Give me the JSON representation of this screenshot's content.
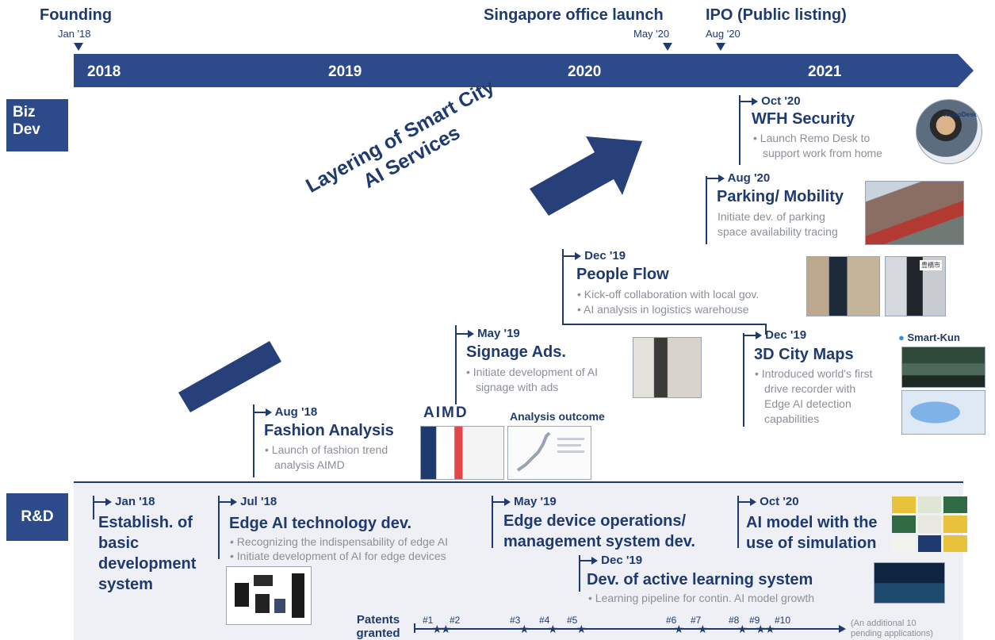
{
  "milestones": {
    "founding": {
      "title": "Founding",
      "date": "Jan '18"
    },
    "singapore": {
      "title": "Singapore office launch",
      "date": "May '20"
    },
    "ipo": {
      "title": "IPO (Public listing)",
      "date": "Aug '20"
    }
  },
  "years": [
    "2018",
    "2019",
    "2020",
    "2021"
  ],
  "rows": {
    "bizdev": "Biz\nDev",
    "rd": "R&D"
  },
  "diagonal_text": {
    "line1": "Layering of Smart City",
    "line2": "AI Services"
  },
  "bizdev_events": [
    {
      "date": "Oct '20",
      "title": "WFH Security",
      "desc": [
        "• Launch Remo Desk to",
        "support work from home"
      ]
    },
    {
      "date": "Aug '20",
      "title": "Parking/ Mobility",
      "desc": [
        "Initiate dev. of parking",
        "space availability tracing"
      ]
    },
    {
      "date": "Dec '19",
      "title": "People Flow",
      "desc": [
        "• Kick-off collaboration with local gov.",
        "• AI analysis in logistics warehouse"
      ]
    },
    {
      "date": "Dec '19",
      "title": "3D City Maps",
      "desc": [
        "• Introduced world's first",
        "drive recorder with",
        "Edge AI detection",
        "capabilities"
      ]
    },
    {
      "date": "May '19",
      "title": "Signage Ads.",
      "desc": [
        "• Initiate development of  AI",
        "signage with ads"
      ]
    },
    {
      "date": "Aug '18",
      "title": "Fashion Analysis",
      "desc": [
        "• Launch of fashion trend",
        "analysis AIMD"
      ]
    }
  ],
  "image_labels": {
    "aimd_logo": "AIMD",
    "analysis_outcome": "Analysis outcome",
    "smartkun": "Smart-Kun",
    "remodesk": "RemoDesk",
    "city_sign": "豊橋市"
  },
  "rd_events": [
    {
      "date": "Jan '18",
      "title": "Establish. of basic development system",
      "title_lines": [
        "Establish. of",
        "basic",
        "development",
        "system"
      ]
    },
    {
      "date": "Jul '18",
      "title": "Edge AI technology dev.",
      "desc": [
        "• Recognizing the indispensability of edge AI",
        "• Initiate development of AI for edge devices"
      ]
    },
    {
      "date": "May '19",
      "title_lines": [
        "Edge device operations/",
        "management system dev."
      ]
    },
    {
      "date": "Dec '19",
      "title": "Dev. of active learning system",
      "desc": [
        "• Learning pipeline for contin. AI model growth"
      ]
    },
    {
      "date": "Oct '20",
      "title_lines": [
        "AI model with the",
        "use of simulation"
      ]
    }
  ],
  "patents": {
    "label_line1": "Patents",
    "label_line2": "granted",
    "numbers": [
      "#1",
      "#2",
      "#3",
      "#4",
      "#5",
      "#6",
      "#7",
      "#8",
      "#9",
      "#10"
    ],
    "note_line1": "(An additional 10",
    "note_line2": "pending applications)"
  },
  "colors": {
    "navy": "#1f3a6e",
    "band": "#2d4a8a",
    "grey_text": "#8a8f98"
  }
}
